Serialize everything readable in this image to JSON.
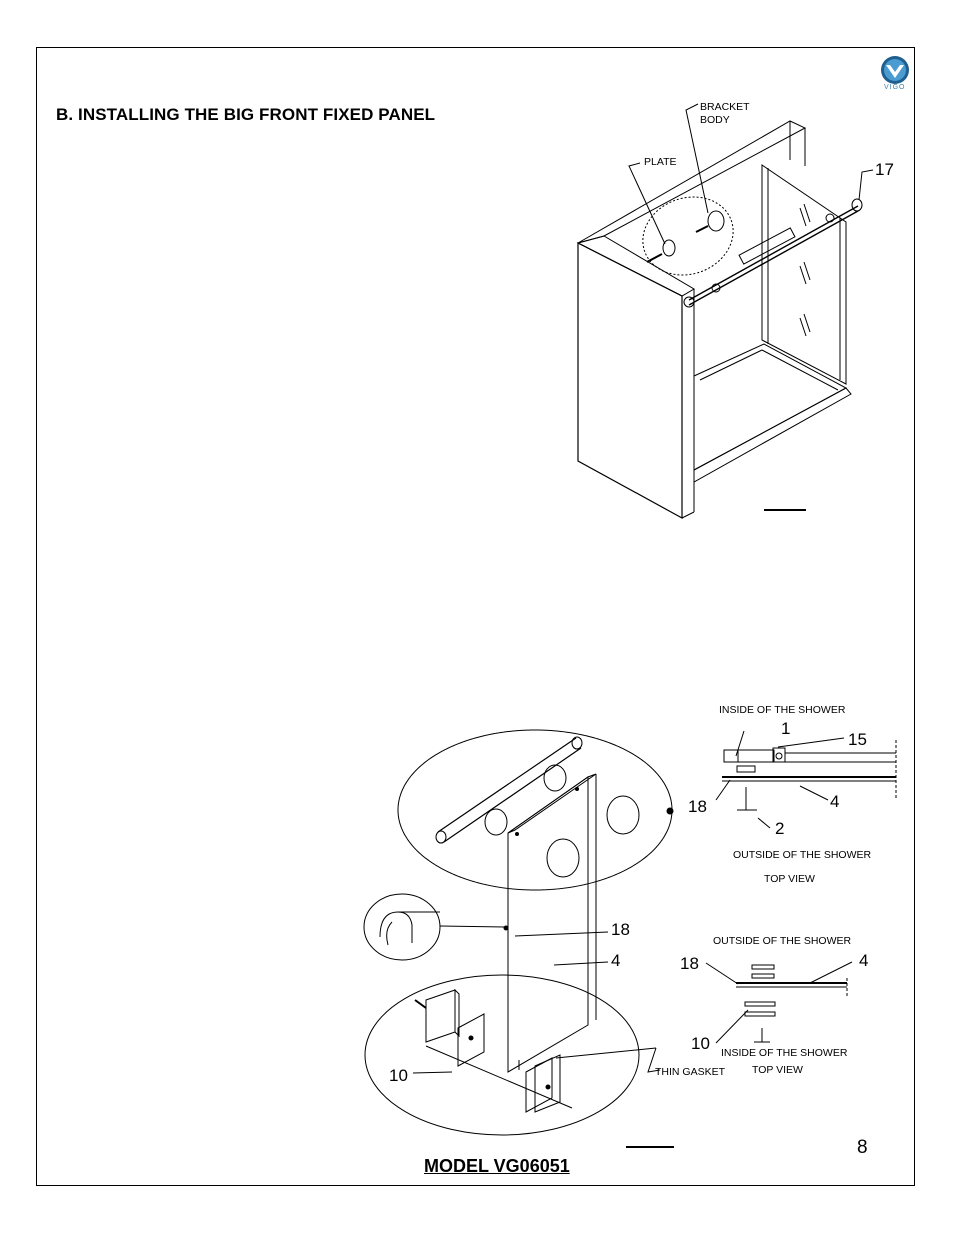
{
  "header": {
    "section_title": "B. INSTALLING THE BIG FRONT FIXED PANEL",
    "brand": "VIGO"
  },
  "top_figure": {
    "label_bracket_line1": "BRACKET",
    "label_bracket_line2": "BODY",
    "label_plate": "PLATE",
    "callout_17": "17"
  },
  "bottom_figure": {
    "callout_18": "18",
    "callout_4": "4",
    "callout_10": "10",
    "label_thin_gasket": "THIN GASKET"
  },
  "top_view_1": {
    "inside_label": "INSIDE OF THE SHOWER",
    "callout_1": "1",
    "callout_15": "15",
    "callout_18": "18",
    "callout_4": "4",
    "callout_2": "2",
    "outside_label": "OUTSIDE OF THE SHOWER",
    "view_label": "TOP VIEW"
  },
  "top_view_2": {
    "outside_label": "OUTSIDE OF THE SHOWER",
    "callout_18": "18",
    "callout_4": "4",
    "callout_10": "10",
    "inside_label": "INSIDE OF THE SHOWER",
    "view_label": "TOP VIEW"
  },
  "footer": {
    "model": "MODEL VG06051",
    "page_number": "8"
  }
}
